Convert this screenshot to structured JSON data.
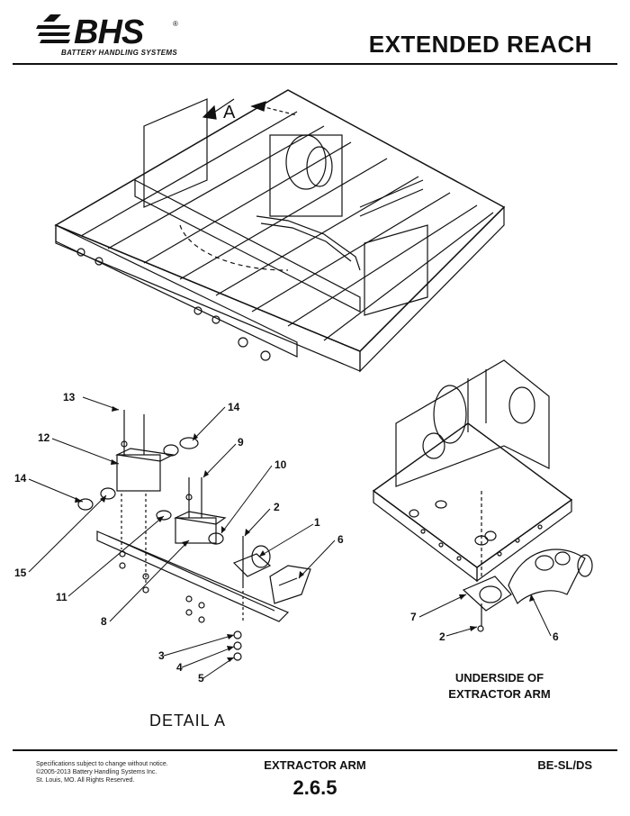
{
  "header": {
    "logo_text": "BHS",
    "logo_registered": "®",
    "logo_tagline": "BATTERY HANDLING SYSTEMS",
    "title": "EXTENDED REACH"
  },
  "main_view": {
    "view_arrow_label": "A"
  },
  "detail_a": {
    "label": "DETAIL  A",
    "callouts": [
      "13",
      "14",
      "12",
      "9",
      "10",
      "14",
      "2",
      "1",
      "6",
      "15",
      "11",
      "8",
      "3",
      "4",
      "5"
    ]
  },
  "underside": {
    "label_line1": "UNDERSIDE OF",
    "label_line2": "EXTRACTOR ARM",
    "callouts": [
      "7",
      "2",
      "6"
    ]
  },
  "footer": {
    "notice_line1": "Specifications subject to change without notice.",
    "notice_line2": "©2005-2013 Battery Handling Systems Inc.",
    "notice_line3": "St. Louis, MO.  All Rights Reserved.",
    "section_title": "EXTRACTOR ARM",
    "section_number": "2.6.5",
    "model": "BE-SL/DS"
  }
}
